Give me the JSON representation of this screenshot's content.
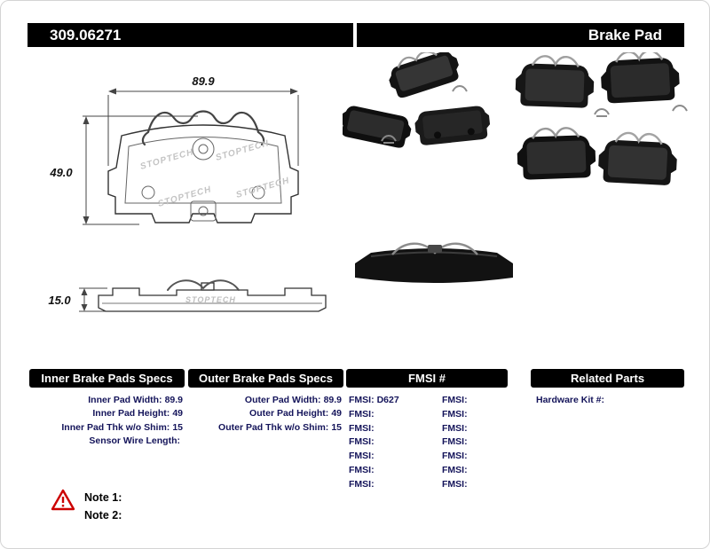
{
  "header": {
    "part_number": "309.06271",
    "title": "Brake Pad"
  },
  "diagram": {
    "width": "89.9",
    "height": "49.0",
    "thickness": "15.0",
    "brand": "STOPTECH"
  },
  "specs": {
    "inner": {
      "title": "Inner Brake Pads Specs",
      "rows": [
        {
          "label": "Inner Pad Width:",
          "value": "89.9"
        },
        {
          "label": "Inner Pad Height:",
          "value": "49"
        },
        {
          "label": "Inner Pad Thk w/o Shim:",
          "value": "15"
        },
        {
          "label": "Sensor Wire Length:",
          "value": ""
        }
      ]
    },
    "outer": {
      "title": "Outer Brake Pads Specs",
      "rows": [
        {
          "label": "Outer Pad Width:",
          "value": "89.9"
        },
        {
          "label": "Outer Pad Height:",
          "value": "49"
        },
        {
          "label": "Outer Pad Thk w/o Shim:",
          "value": "15"
        }
      ]
    },
    "fmsi": {
      "title": "FMSI #",
      "left": [
        {
          "label": "FMSI:",
          "value": "D627"
        },
        {
          "label": "FMSI:",
          "value": ""
        },
        {
          "label": "FMSI:",
          "value": ""
        },
        {
          "label": "FMSI:",
          "value": ""
        },
        {
          "label": "FMSI:",
          "value": ""
        },
        {
          "label": "FMSI:",
          "value": ""
        },
        {
          "label": "FMSI:",
          "value": ""
        }
      ],
      "right": [
        {
          "label": "FMSI:",
          "value": ""
        },
        {
          "label": "FMSI:",
          "value": ""
        },
        {
          "label": "FMSI:",
          "value": ""
        },
        {
          "label": "FMSI:",
          "value": ""
        },
        {
          "label": "FMSI:",
          "value": ""
        },
        {
          "label": "FMSI:",
          "value": ""
        },
        {
          "label": "FMSI:",
          "value": ""
        }
      ]
    },
    "related": {
      "title": "Related Parts",
      "rows": [
        {
          "label": "Hardware Kit #:",
          "value": ""
        }
      ]
    }
  },
  "notes": [
    {
      "label": "Note 1:"
    },
    {
      "label": "Note 2:"
    }
  ]
}
